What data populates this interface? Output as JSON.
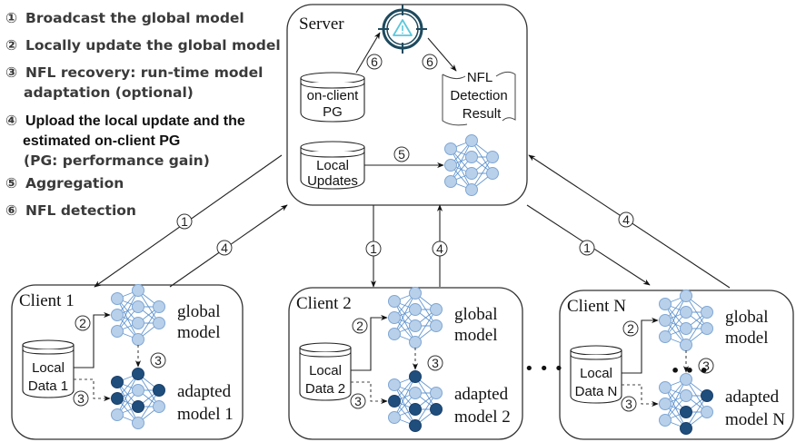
{
  "legend": [
    {
      "num": "①",
      "lines": [
        "Broadcast the global model"
      ]
    },
    {
      "num": "②",
      "lines": [
        "Locally update the global model"
      ]
    },
    {
      "num": "③",
      "lines": [
        "NFL recovery: run-time model",
        "adaptation  (optional)"
      ]
    },
    {
      "num": "④",
      "lines": [
        "Upload the local update and the",
        "estimated on-client PG",
        "(PG: performance gain)"
      ]
    },
    {
      "num": "⑤",
      "lines": [
        "Aggregation"
      ]
    },
    {
      "num": "⑥",
      "lines": [
        "NFL detection"
      ]
    }
  ],
  "server": {
    "title": "Server",
    "pg_db": [
      "on-client",
      "PG"
    ],
    "updates_db": [
      "Local",
      "Updates"
    ],
    "result_doc": [
      "NFL",
      "Detection",
      "Result"
    ],
    "detector_icon": "nfl-detector-warning-icon"
  },
  "clients": [
    {
      "title": "Client 1",
      "data": [
        "Local",
        "Data 1"
      ],
      "global_label": [
        "global",
        "model"
      ],
      "adapted_label": [
        "adapted",
        "model 1"
      ],
      "adapted_dark_nodes": {
        "layer1": [
          0,
          1
        ],
        "layer2": [
          0,
          2
        ],
        "layer3": [
          0
        ]
      }
    },
    {
      "title": "Client 2",
      "data": [
        "Local",
        "Data 2"
      ],
      "global_label": [
        "global",
        "model"
      ],
      "adapted_label": [
        "adapted",
        "model 2"
      ],
      "adapted_dark_nodes": {
        "layer1": [
          1
        ],
        "layer2": [
          0,
          2,
          3
        ],
        "layer3": [
          1
        ]
      }
    },
    {
      "title": "Client N",
      "data": [
        "Local",
        "Data N"
      ],
      "global_label": [
        "global",
        "model"
      ],
      "adapted_label": [
        "adapted",
        "model N"
      ],
      "adapted_dark_nodes": {
        "layer1": [],
        "layer2": [
          2,
          3
        ],
        "layer3": [
          0
        ]
      }
    }
  ],
  "ellipsis": "• • •",
  "steps": {
    "s1": "①",
    "s2": "②",
    "s3": "③",
    "s4": "④",
    "s5": "⑤",
    "s6": "⑥"
  },
  "colors": {
    "node_light": "#b9d0ea",
    "node_dark": "#1f4e7d",
    "edge": "#4a86c8",
    "detector_ring": "#1e4a5e",
    "warning": "#5bc8dc"
  }
}
